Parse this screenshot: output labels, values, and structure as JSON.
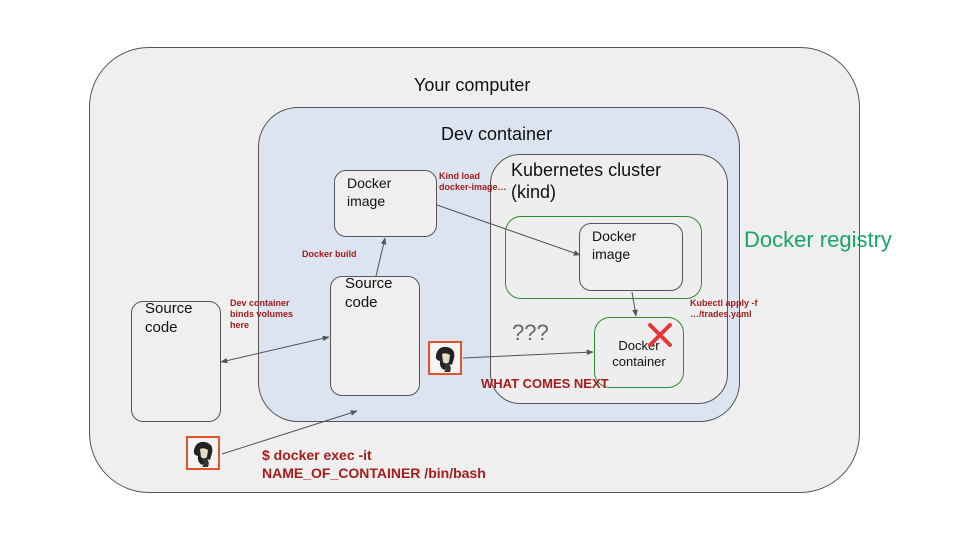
{
  "labels": {
    "your_computer": "Your computer",
    "dev_container": "Dev container",
    "kubernetes_cluster": "Kubernetes cluster\n(kind)",
    "docker_registry": "Docker registry",
    "docker_image_dev": "Docker\nimage",
    "docker_image_k8s": "Docker\nimage",
    "source_code_dev": "Source\ncode",
    "source_code_host": "Source\ncode",
    "docker_container": "Docker\ncontainer",
    "questions": "???",
    "what_comes_next": "WHAT COMES NEXT",
    "kind_load": "Kind load\ndocker-image…",
    "docker_build": "Docker build",
    "binds_volumes": "Dev container\nbinds volumes\nhere",
    "kubectl_apply": "Kubectl apply -f\n…/trades.yaml",
    "docker_exec": "$ docker exec -it\nNAME_OF_CONTAINER /bin/bash"
  },
  "colors": {
    "annotation_red": "#a61c1c",
    "registry_green": "#1aa36b",
    "cross_red": "#e53935",
    "avatar_border": "#e2532a"
  },
  "icons": {
    "avatar": "person-avatar-icon",
    "cross": "red-x-icon"
  }
}
